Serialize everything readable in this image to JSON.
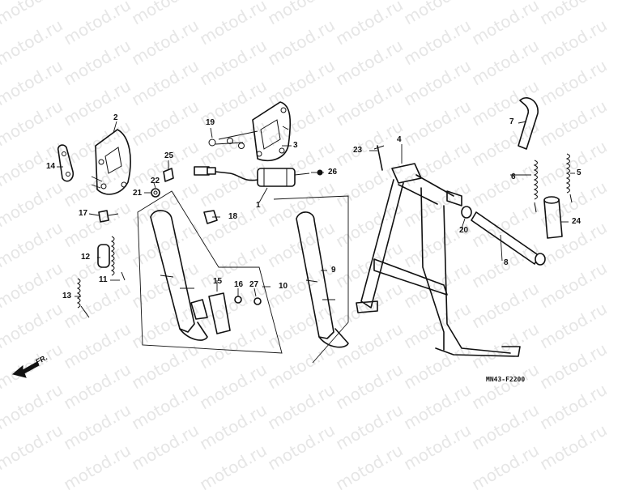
{
  "watermark": "motod.ru",
  "diagram_code": "MN43-F2200",
  "direction_label": "FR.",
  "callouts": [
    {
      "id": "c1",
      "label": "1"
    },
    {
      "id": "c2",
      "label": "2"
    },
    {
      "id": "c3",
      "label": "3"
    },
    {
      "id": "c4",
      "label": "4"
    },
    {
      "id": "c5",
      "label": "5"
    },
    {
      "id": "c6",
      "label": "6"
    },
    {
      "id": "c7",
      "label": "7"
    },
    {
      "id": "c8",
      "label": "8"
    },
    {
      "id": "c9",
      "label": "9"
    },
    {
      "id": "c10",
      "label": "10"
    },
    {
      "id": "c11",
      "label": "11"
    },
    {
      "id": "c12",
      "label": "12"
    },
    {
      "id": "c13",
      "label": "13"
    },
    {
      "id": "c14",
      "label": "14"
    },
    {
      "id": "c15",
      "label": "15"
    },
    {
      "id": "c16",
      "label": "16"
    },
    {
      "id": "c17",
      "label": "17"
    },
    {
      "id": "c18",
      "label": "18"
    },
    {
      "id": "c19",
      "label": "19"
    },
    {
      "id": "c20",
      "label": "20"
    },
    {
      "id": "c21",
      "label": "21"
    },
    {
      "id": "c22",
      "label": "22"
    },
    {
      "id": "c23",
      "label": "23"
    },
    {
      "id": "c24",
      "label": "24"
    },
    {
      "id": "c25",
      "label": "25"
    },
    {
      "id": "c26",
      "label": "26"
    },
    {
      "id": "c27",
      "label": "27"
    }
  ]
}
